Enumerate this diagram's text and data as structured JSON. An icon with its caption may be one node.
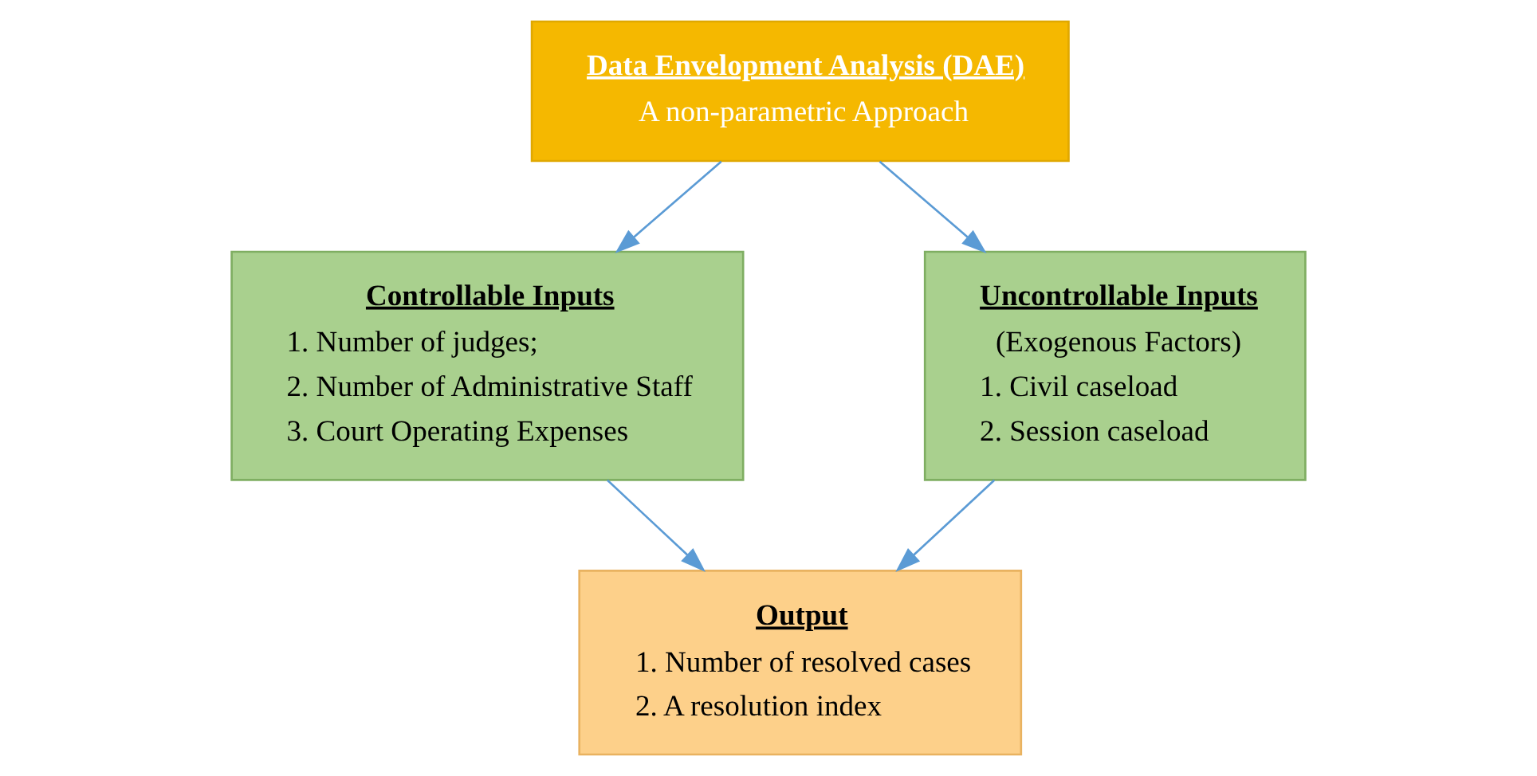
{
  "diagram": {
    "nodes": [
      {
        "text": [
          "Data Envelopment Analysis (DAE)",
          "A non-parametric Approach"
        ]
      },
      {
        "text": [
          "Controllable Inputs",
          "1. Number of judges;",
          "2. Number of Administrative Staff",
          "3. Court Operating Expenses"
        ]
      },
      {
        "text": [
          "Uncontrollable Inputs",
          "(Exogenous Factors)",
          "1. Civil caseload",
          "2. Session caseload"
        ]
      },
      {
        "text": [
          "Output",
          "1. Number of resolved cases",
          "2. A resolution index"
        ]
      }
    ],
    "edges": [
      {
        "from": 0,
        "to": 1,
        "arrow": "to"
      },
      {
        "from": 0,
        "to": 2,
        "arrow": "to"
      },
      {
        "from": 1,
        "to": 3,
        "arrow": "to"
      },
      {
        "from": 2,
        "to": 3,
        "arrow": "to"
      }
    ]
  }
}
